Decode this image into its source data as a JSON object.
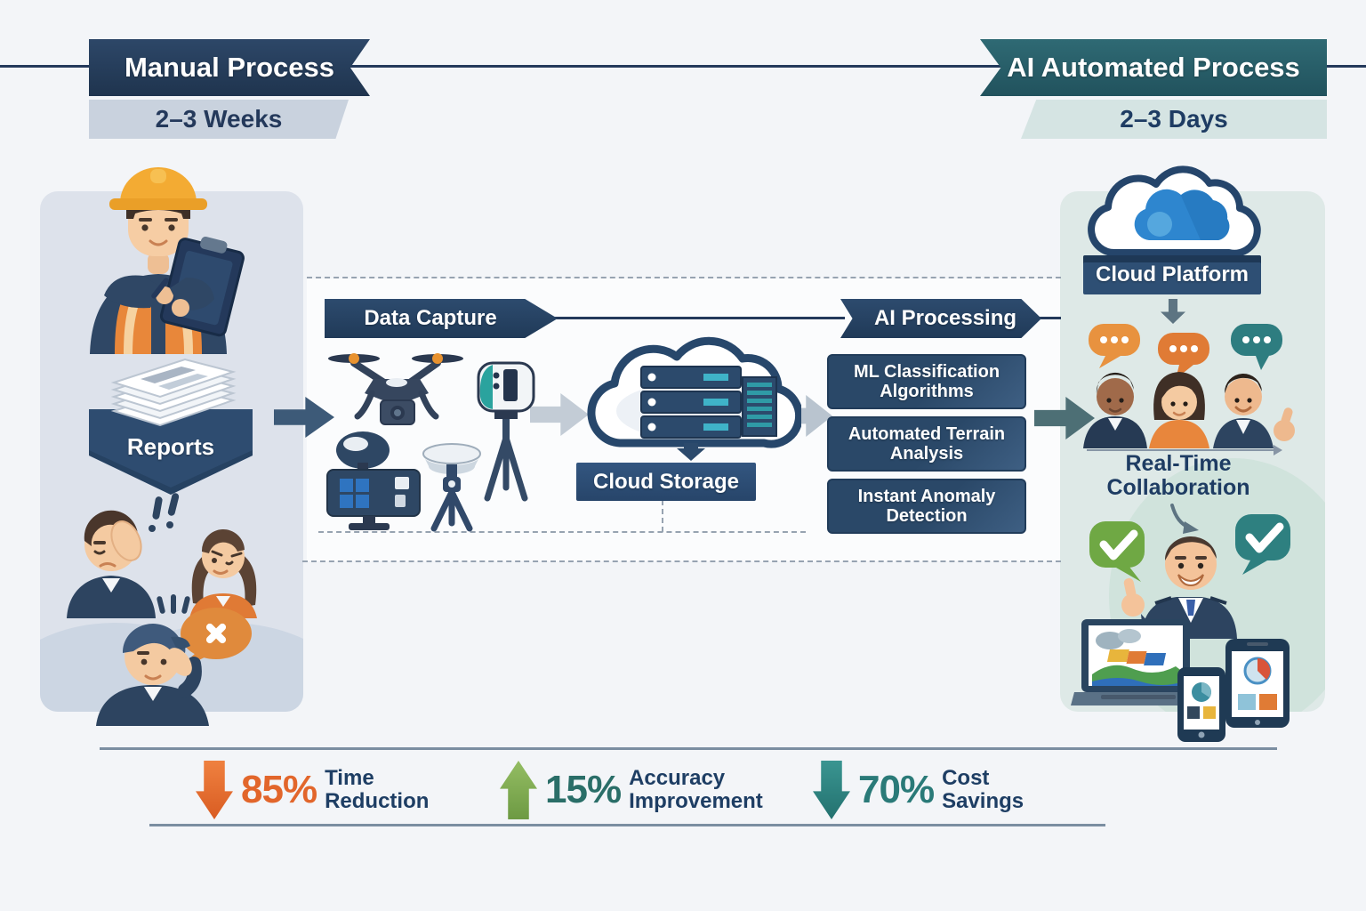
{
  "header": {
    "left": {
      "title": "Manual Process",
      "duration": "2–3 Weeks"
    },
    "right": {
      "title": "AI Automated Process",
      "duration": "2–3 Days"
    }
  },
  "manual_column": {
    "reports_label": "Reports"
  },
  "pipeline": {
    "data_capture_label": "Data Capture",
    "cloud_storage_label": "Cloud Storage",
    "ai_processing_label": "AI Processing",
    "ai_steps": [
      "ML Classification Algorithms",
      "Automated Terrain Analysis",
      "Instant Anomaly Detection"
    ]
  },
  "automated_column": {
    "cloud_platform_label": "Cloud Platform",
    "collaboration_label": "Real-Time Collaboration"
  },
  "stats": [
    {
      "value": "85%",
      "label": "Time Reduction",
      "direction": "down",
      "color": "#e2662b"
    },
    {
      "value": "15%",
      "label": "Accuracy Improvement",
      "direction": "up",
      "color": "#2a6e68"
    },
    {
      "value": "70%",
      "label": "Cost Savings",
      "direction": "down",
      "color": "#2a7a78"
    }
  ],
  "colors": {
    "navy": "#24395b",
    "teal_banner": "#2b616c",
    "box_navy": "#2c4b6e",
    "accent_orange": "#e2662b",
    "accent_green": "#7ea74f",
    "accent_teal": "#2a7a78"
  }
}
